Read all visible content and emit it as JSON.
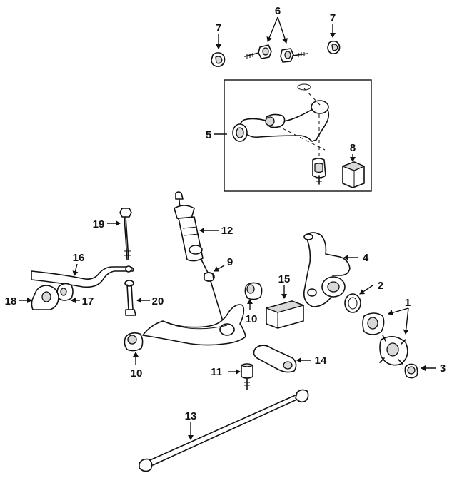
{
  "callouts": [
    {
      "id": "1",
      "text": "1"
    },
    {
      "id": "2",
      "text": "2"
    },
    {
      "id": "3",
      "text": "3"
    },
    {
      "id": "4",
      "text": "4"
    },
    {
      "id": "5",
      "text": "5"
    },
    {
      "id": "6",
      "text": "6"
    },
    {
      "id": "7a",
      "text": "7"
    },
    {
      "id": "7b",
      "text": "7"
    },
    {
      "id": "8",
      "text": "8"
    },
    {
      "id": "9",
      "text": "9"
    },
    {
      "id": "10a",
      "text": "10"
    },
    {
      "id": "10b",
      "text": "10"
    },
    {
      "id": "11",
      "text": "11"
    },
    {
      "id": "12",
      "text": "12"
    },
    {
      "id": "13",
      "text": "13"
    },
    {
      "id": "14",
      "text": "14"
    },
    {
      "id": "15",
      "text": "15"
    },
    {
      "id": "16",
      "text": "16"
    },
    {
      "id": "17",
      "text": "17"
    },
    {
      "id": "18",
      "text": "18"
    },
    {
      "id": "19",
      "text": "19"
    },
    {
      "id": "20",
      "text": "20"
    }
  ],
  "colors": {
    "line": "#111111",
    "background": "#ffffff",
    "shade": "#d9d9d9"
  }
}
